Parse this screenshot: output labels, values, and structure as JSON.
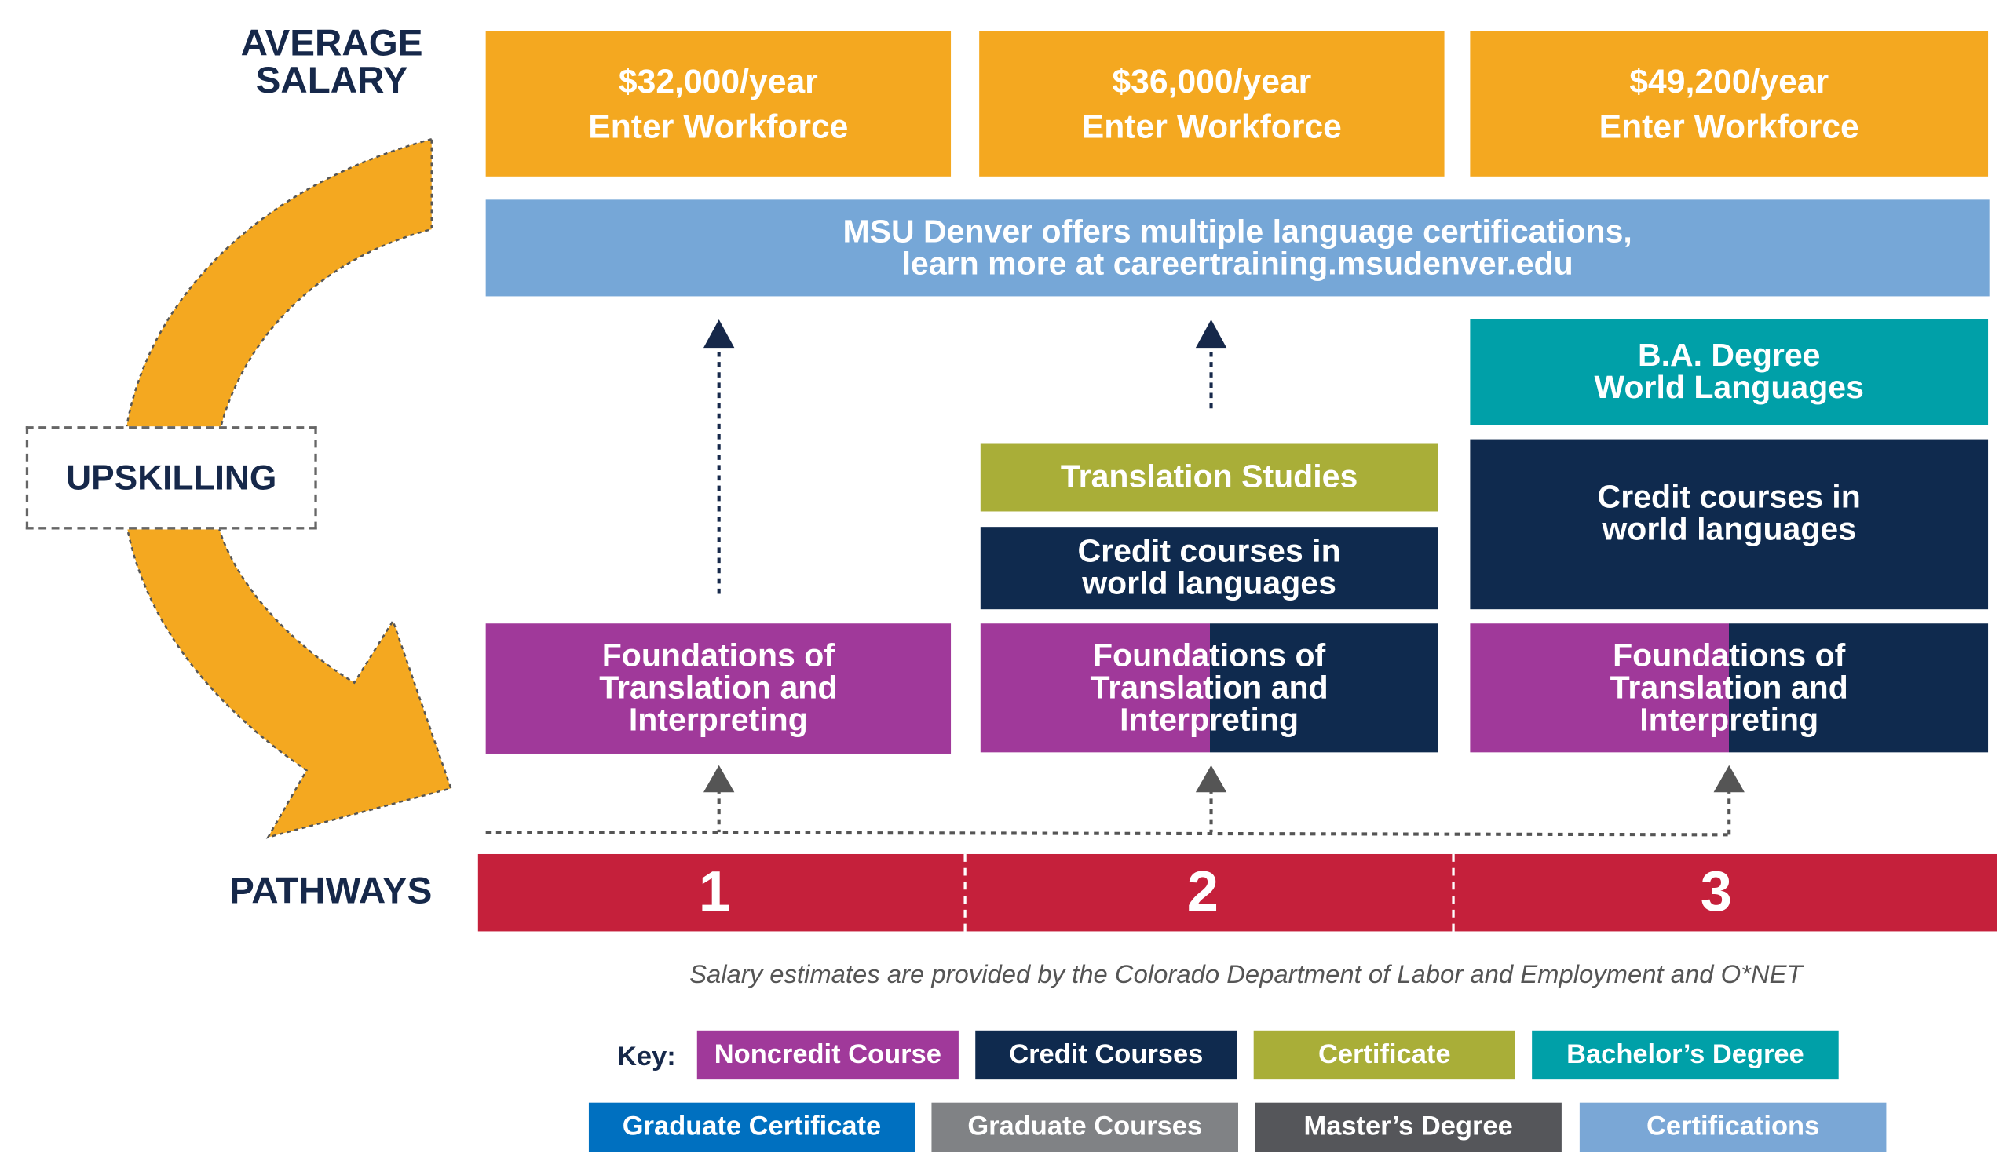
{
  "labels": {
    "average_salary_line1": "AVERAGE",
    "average_salary_line2": "SALARY",
    "upskilling": "UPSKILLING",
    "pathways": "PATHWAYS"
  },
  "salaries": [
    {
      "amount": "$32,000/year",
      "label": "Enter Workforce"
    },
    {
      "amount": "$36,000/year",
      "label": "Enter Workforce"
    },
    {
      "amount": "$49,200/year",
      "label": "Enter Workforce"
    }
  ],
  "certifications_banner": {
    "line1": "MSU Denver offers multiple language certifications,",
    "line2": "learn more at careertraining.msudenver.edu"
  },
  "pathway1": {
    "foundations": [
      "Foundations of",
      "Translation and",
      "Interpreting"
    ]
  },
  "pathway2": {
    "certificate": "Translation Studies",
    "credit": [
      "Credit courses in",
      "world languages"
    ],
    "foundations": [
      "Foundations of",
      "Translation and",
      "Interpreting"
    ]
  },
  "pathway3": {
    "degree": [
      "B.A. Degree",
      "World Languages"
    ],
    "credit": [
      "Credit courses in",
      "world languages"
    ],
    "foundations": [
      "Foundations of",
      "Translation and",
      "Interpreting"
    ]
  },
  "pathway_numbers": [
    "1",
    "2",
    "3"
  ],
  "footnote": "Salary estimates are provided by the Colorado Department of Labor and Employment and O*NET",
  "key": {
    "label": "Key:",
    "items": [
      {
        "label": "Noncredit Course",
        "color": "#a0399a"
      },
      {
        "label": "Credit Courses",
        "color": "#0f2a4e"
      },
      {
        "label": "Certificate",
        "color": "#a9ae38"
      },
      {
        "label": "Bachelor’s Degree",
        "color": "#00a0a8"
      },
      {
        "label": "Graduate Certificate",
        "color": "#0070c0"
      },
      {
        "label": "Graduate Courses",
        "color": "#808285"
      },
      {
        "label": "Master’s Degree",
        "color": "#55565a"
      },
      {
        "label": "Certifications",
        "color": "#7aa7d6"
      }
    ]
  },
  "colors": {
    "salary": "#f4a820",
    "banner": "#76a7d7",
    "pathway_bar": "#c5203b",
    "navy": "#16284a"
  }
}
